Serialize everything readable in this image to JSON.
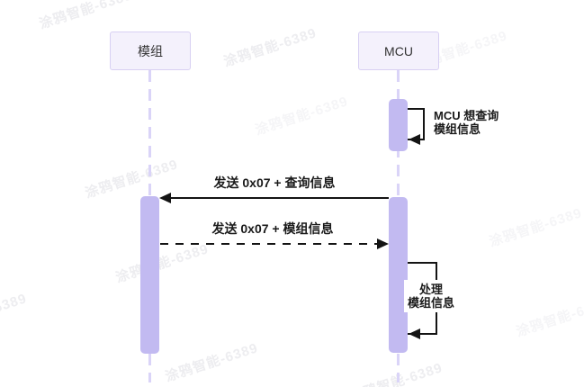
{
  "watermark": {
    "text": "涂鸦智能-6389"
  },
  "diagram": {
    "type": "sequence",
    "participants": [
      {
        "label": "模组"
      },
      {
        "label": "MCU"
      }
    ],
    "messages": [
      {
        "kind": "self",
        "actor": "MCU",
        "lines": [
          "MCU 想查询",
          "模组信息"
        ]
      },
      {
        "kind": "solid-arrow",
        "from": "MCU",
        "to": "模组",
        "label": "发送 0x07 + 查询信息"
      },
      {
        "kind": "dashed-arrow",
        "from": "模组",
        "to": "MCU",
        "label": "发送 0x07 + 模组信息"
      },
      {
        "kind": "self",
        "actor": "MCU",
        "lines": [
          "处理",
          "模组信息"
        ]
      }
    ],
    "colors": {
      "participant_fill": "#f4f1fc",
      "participant_border": "#d8d0f3",
      "lifeline": "#dad4f8",
      "activation": "#c2baf1",
      "arrow": "#141414",
      "label_text": "#1a1a1a",
      "watermark": "#ededf0"
    }
  }
}
